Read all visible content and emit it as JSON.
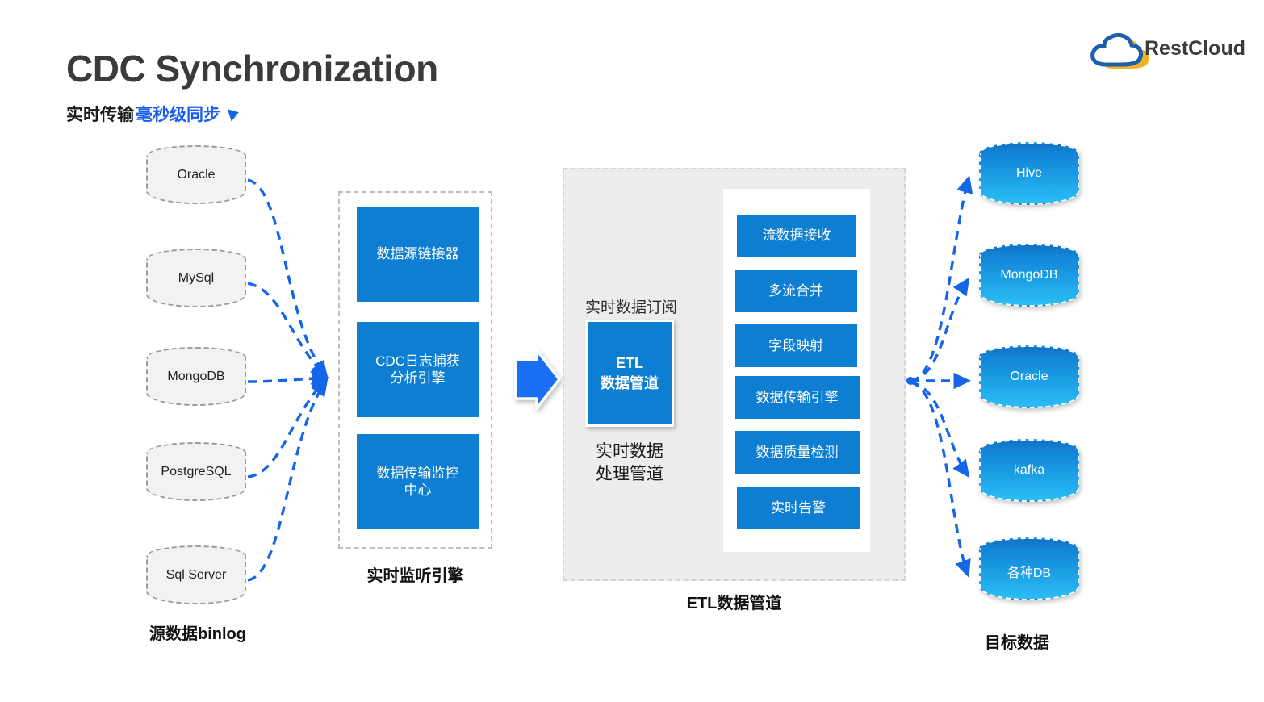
{
  "header": {
    "title": "CDC Synchronization",
    "subtitle_black": "实时传输",
    "subtitle_blue": "毫秒级同步",
    "marker_icon": "triangle-right-icon"
  },
  "logo": {
    "name": "restcloud-logo",
    "text": "RestCloud",
    "cloud_color": "#1c5fae",
    "accent_color": "#f0b323"
  },
  "colors": {
    "brand_blue": "#0d7ed1",
    "arrow_blue": "#1a6ff5",
    "connector_blue": "#1565e8",
    "panel_gray": "#ededed",
    "source_fill": "#f2f2f2",
    "title_gray": "#3b3b3b",
    "subtitle_blue": "#1a5df0"
  },
  "sources": {
    "caption": "源数据binlog",
    "items": [
      {
        "label": "Oracle"
      },
      {
        "label": "MySql"
      },
      {
        "label": "MongoDB"
      },
      {
        "label": "PostgreSQL"
      },
      {
        "label": "Sql Server"
      }
    ]
  },
  "listening_engine": {
    "caption": "实时监听引擎",
    "boxes": [
      {
        "label": "数据源链接器"
      },
      {
        "label": "CDC日志捕获\n分析引擎"
      },
      {
        "label": "数据传输监控\n中心"
      }
    ]
  },
  "etl": {
    "caption": "ETL数据管道",
    "subscribe_label": "实时数据订阅",
    "box_line1": "ETL",
    "box_line2": "数据管道",
    "pipeline_label": "实时数据\n处理管道",
    "stages": [
      {
        "label": "流数据接收"
      },
      {
        "label": "多流合并"
      },
      {
        "label": "字段映射"
      },
      {
        "label": "数据传输引擎"
      },
      {
        "label": "数据质量检测"
      },
      {
        "label": "实时告警"
      }
    ]
  },
  "targets": {
    "caption": "目标数据",
    "items": [
      {
        "label": "Hive"
      },
      {
        "label": "MongoDB"
      },
      {
        "label": "Oracle"
      },
      {
        "label": "kafka"
      },
      {
        "label": "各种DB"
      }
    ]
  },
  "arrows": {
    "source_to_listener": "arrow-right-icon",
    "listener_to_etl": "arrow-right-icon",
    "etl_to_stages": "arrow-right-icon",
    "etl_to_targets": "arrow-right-icon"
  }
}
